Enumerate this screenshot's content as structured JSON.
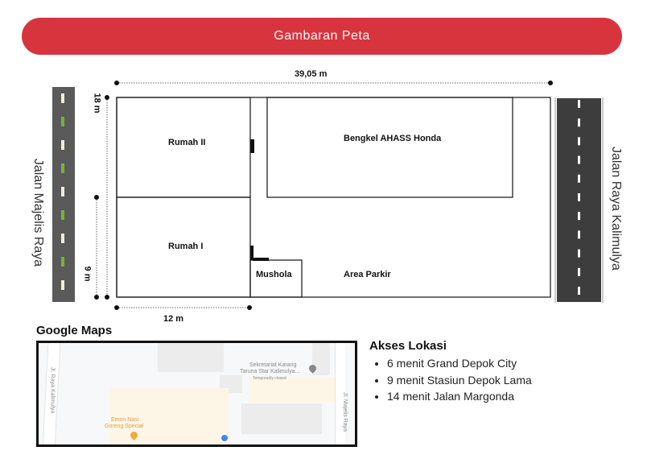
{
  "title": "Gambaran Peta",
  "plan": {
    "width_label": "39,05 m",
    "height_label": "18 m",
    "inner_height_label": "9 m",
    "bottom_label": "12 m",
    "rooms": {
      "rumah2": "Rumah II",
      "rumah1": "Rumah I",
      "bengkel": "Bengkel AHASS Honda",
      "mushola": "Mushola",
      "parkir": "Area Parkir"
    },
    "road_left": "Jalan Majelis Raya",
    "road_right": "Jalan Raya Kalimulya"
  },
  "google_maps": {
    "title": "Google Maps",
    "labels": {
      "road1": "Jl. Raya Kalimulya",
      "road2": "Jl. Majelis Raya",
      "place1_line1": "Sekretariat Karang",
      "place1_line2": "Taruna Star Kalimulya...",
      "place1_status": "Temporarily closed",
      "place2_line1": "Emon Nasi",
      "place2_line2": "Goreng Special"
    }
  },
  "akses": {
    "title": "Akses Lokasi",
    "items": [
      "6 menit Grand Depok City",
      "9 menit Stasiun Depok Lama",
      "14 menit Jalan Margonda"
    ]
  },
  "colors": {
    "accent": "#d8343d",
    "road": "#3d3d3d"
  }
}
